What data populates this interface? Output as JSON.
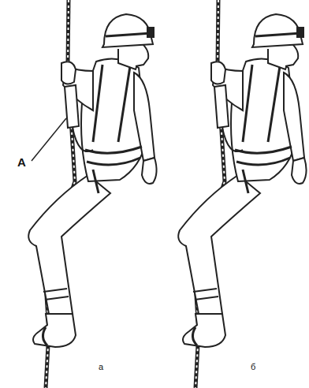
{
  "diagram": {
    "labels": [
      "A",
      "а",
      "б"
    ]
  }
}
